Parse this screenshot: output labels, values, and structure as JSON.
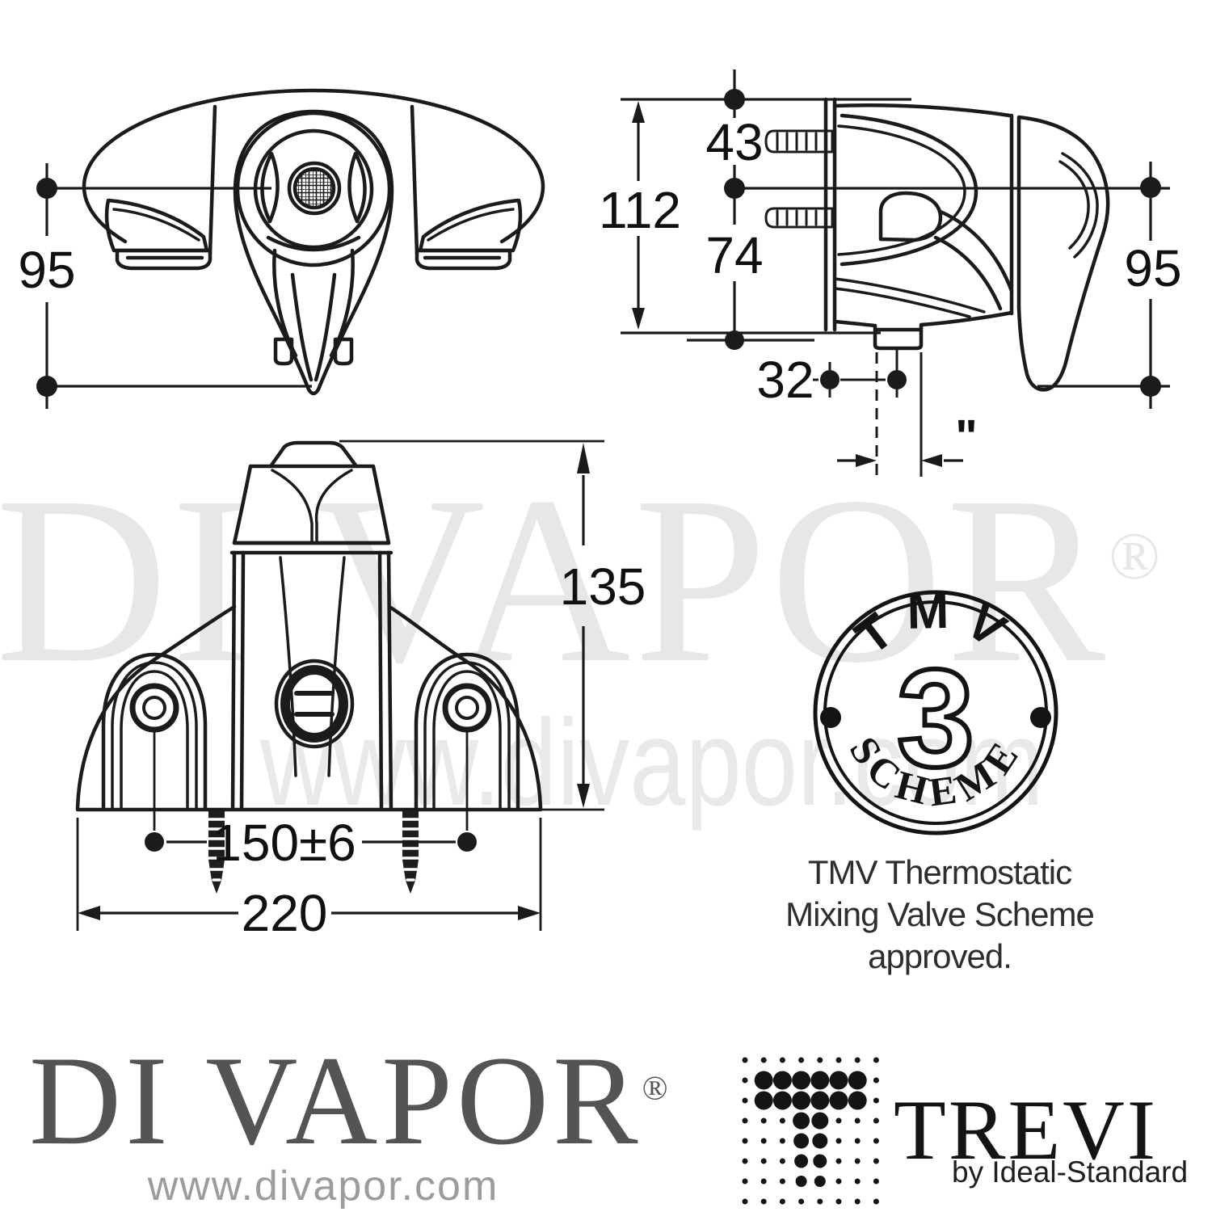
{
  "views": {
    "front": {
      "height_label": "95"
    },
    "side": {
      "overall_height": "112",
      "inlet_top": "43",
      "inlet_bottom": "74",
      "outlet_offset": "32",
      "body_height": "95",
      "outlet_thread": "\""
    },
    "top": {
      "height": "135",
      "fixing_centres": "150±6",
      "width": "220"
    }
  },
  "badge": {
    "arc_top": "TMV",
    "numeral": "3",
    "arc_bottom": "SCHEME",
    "caption": [
      "TMV Thermostatic",
      "Mixing Valve Scheme",
      "approved."
    ]
  },
  "watermarks": {
    "brand": "DI VAPOR",
    "reg": "®",
    "site": "www.divapor.com"
  },
  "footer": {
    "divapor": {
      "name": "DI VAPOR",
      "reg": "®",
      "site": "www.divapor.com"
    },
    "trevi": {
      "name": "TREVI",
      "byline": "by Ideal-Standard",
      "dot_matrix": [
        [
          3.5,
          3.5,
          3.5,
          3.5,
          3.5,
          3.5,
          3.5,
          3.5
        ],
        [
          3.5,
          11.5,
          11.5,
          11.5,
          11.5,
          11.5,
          11.5,
          3.5
        ],
        [
          3.5,
          11.5,
          11.5,
          11.5,
          11.5,
          11.5,
          11.5,
          3.5
        ],
        [
          3.5,
          3.5,
          3.5,
          10.5,
          10.5,
          3.5,
          3.5,
          3.5
        ],
        [
          3.5,
          3.5,
          3.5,
          9.5,
          9.5,
          3.5,
          3.5,
          3.5
        ],
        [
          3.5,
          3.5,
          3.5,
          8.5,
          8.5,
          3.5,
          3.5,
          3.5
        ],
        [
          3.5,
          3.5,
          3.5,
          7,
          7,
          3.5,
          3.5,
          3.5
        ],
        [
          3.5,
          3.5,
          3.5,
          3.5,
          3.5,
          3.5,
          3.5,
          3.5
        ]
      ]
    }
  },
  "colors": {
    "line": "#1b1b1b",
    "watermark": "#e7e7e7",
    "logo_gray": "#545456",
    "site_gray": "#9c9c9c"
  }
}
